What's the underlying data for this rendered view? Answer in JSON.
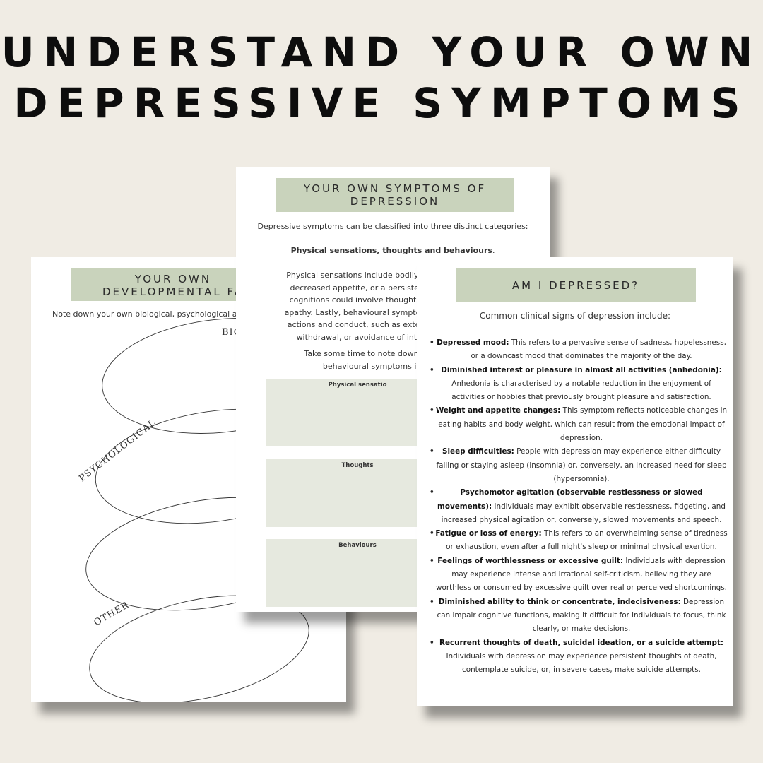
{
  "title": {
    "line1": "UNDERSTAND YOUR OWN",
    "line2": "DEPRESSIVE SYMPTOMS"
  },
  "left_page": {
    "header_line1": "YOUR OWN",
    "header_line2": "DEVELOPMENTAL FA",
    "intro": "Note down your own biological, psychological and",
    "labels": {
      "biological": "BIO",
      "psychological": "PSYCHOLOGICAL",
      "other": "OTHER"
    }
  },
  "middle_page": {
    "header_line1": "YOUR OWN SYMPTOMS OF",
    "header_line2": "DEPRESSION",
    "intro": "Depressive symptoms can be classified into three distinct categories:",
    "categories": "Physical sensations, thoughts and behaviours",
    "categories_end": ".",
    "para_lines": [
      "Physical sensations include bodily expe",
      "decreased appetite, or a persistent lo",
      "cognitions could involve thoughts of s",
      "apathy. Lastly, behavioural symptoms, v",
      "actions and conduct, such as extendec",
      "withdrawal, or avoidance of interp"
    ],
    "note_lines": [
      "Take some time to note down your ov",
      "behavioural symptoms in th"
    ],
    "boxes": [
      {
        "label": "Physical sensatio"
      },
      {
        "label": "Thoughts"
      },
      {
        "label": "Behaviours"
      }
    ]
  },
  "right_page": {
    "header": "AM I DEPRESSED?",
    "intro": "Common clinical signs of depression include:",
    "signs": [
      {
        "term": "Depressed mood:",
        "desc": " This refers to a pervasive sense of sadness, hopelessness, or a downcast mood that dominates the majority of the day."
      },
      {
        "term": "Diminished interest or pleasure in almost all activities (anhedonia):",
        "desc": " Anhedonia is characterised by a notable reduction in the enjoyment of activities or hobbies that previously brought pleasure and satisfaction."
      },
      {
        "term": "Weight and appetite changes:",
        "desc": " This symptom reflects noticeable changes in eating habits and body weight, which can result from the emotional impact of depression."
      },
      {
        "term": "Sleep difficulties:",
        "desc": " People with depression may experience either difficulty falling or staying asleep (insomnia) or, conversely, an increased need for sleep (hypersomnia)."
      },
      {
        "term": "Psychomotor agitation (observable restlessness or slowed movements):",
        "desc": " Individuals may exhibit observable restlessness, fidgeting, and increased physical agitation or, conversely, slowed movements and speech."
      },
      {
        "term": "Fatigue or loss of energy:",
        "desc": " This refers to an overwhelming sense of tiredness or exhaustion, even after a full night's sleep or minimal physical exertion."
      },
      {
        "term": "Feelings of worthlessness or excessive guilt:",
        "desc": " Individuals with depression may experience intense and irrational self-criticism, believing they are worthless or consumed by excessive guilt over real or perceived shortcomings."
      },
      {
        "term": "Diminished ability to think or concentrate, indecisiveness:",
        "desc": " Depression can impair cognitive functions, making it difficult for individuals to focus, think clearly, or make decisions."
      },
      {
        "term": "Recurrent thoughts of death, suicidal ideation, or a suicide attempt:",
        "desc": " Individuals with depression may experience persistent thoughts of death, contemplate suicide, or, in severe cases, make suicide attempts."
      }
    ]
  },
  "colors": {
    "background": "#f0ece4",
    "band": "#c9d3bc",
    "box": "#e6e9df"
  }
}
